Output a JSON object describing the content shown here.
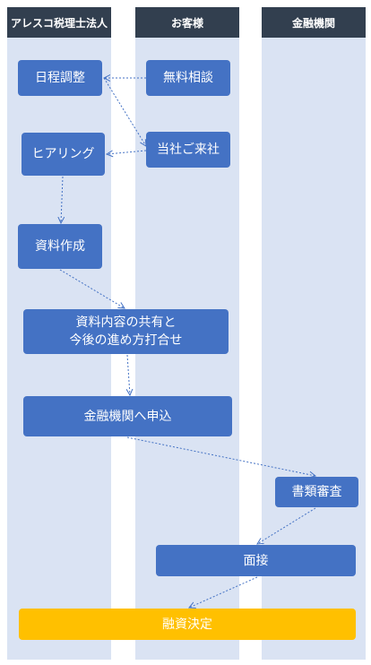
{
  "lanes": [
    {
      "label": "アレスコ税理士法人"
    },
    {
      "label": "お客様"
    },
    {
      "label": "金融機関"
    }
  ],
  "steps": {
    "schedule": "日程調整",
    "free_consult": "無料相談",
    "hearing": "ヒアリング",
    "visit": "当社ご来社",
    "materials": "資料作成",
    "share_line1": "資料内容の共有と",
    "share_line2": "今後の進め方打合せ",
    "apply": "金融機関へ申込",
    "review": "書類審査",
    "interview": "面接",
    "decision": "融資決定"
  },
  "colors": {
    "lane_fill": "#dae3f3",
    "header_fill": "#323f4f",
    "box_fill": "#4472c4",
    "final_fill": "#ffc000",
    "arrow": "#4472c4"
  }
}
